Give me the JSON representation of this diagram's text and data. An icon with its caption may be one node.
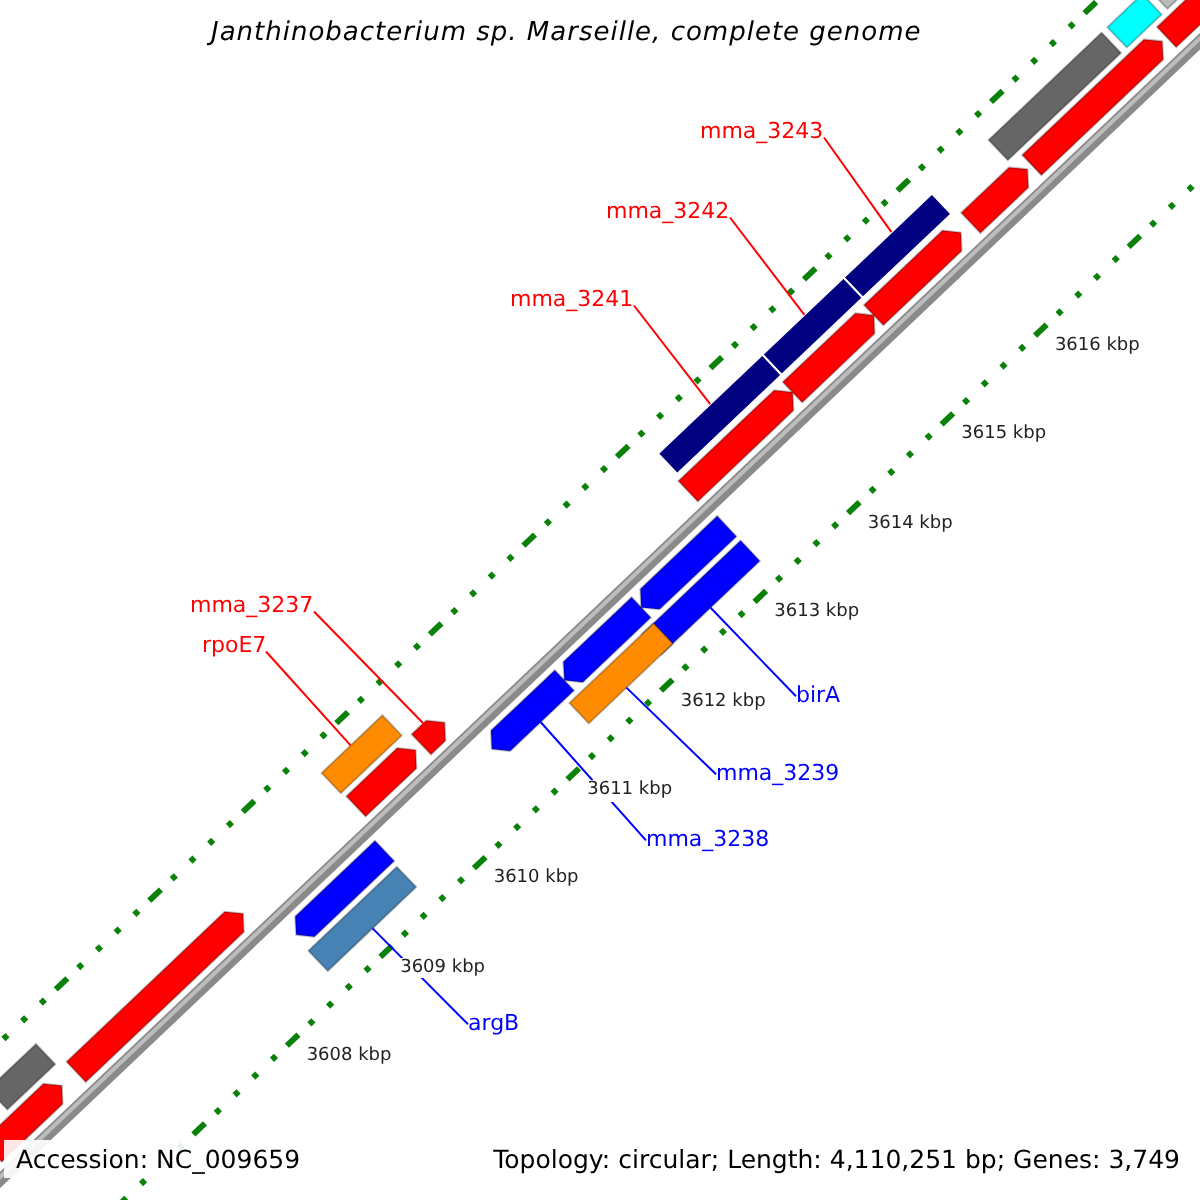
{
  "diagram": {
    "title": "Janthinobacterium sp. Marseille, complete genome",
    "nodes": [
      {
        "text": [
          "mma_3243"
        ]
      },
      {
        "text": [
          "mma_3242"
        ]
      },
      {
        "text": [
          "mma_3241"
        ]
      },
      {
        "text": [
          "mma_3237"
        ]
      },
      {
        "text": [
          "rpoE7"
        ]
      },
      {
        "text": [
          "birA"
        ]
      },
      {
        "text": [
          "mma_3239"
        ]
      },
      {
        "text": [
          "mma_3238"
        ]
      },
      {
        "text": [
          "argB"
        ]
      },
      {
        "text": [],
        "shape": "bar"
      },
      {
        "text": [],
        "shape": "bar"
      },
      {
        "text": [],
        "shape": "bar"
      },
      {
        "text": [],
        "shape": "arrow"
      },
      {
        "text": [],
        "shape": "bar"
      },
      {
        "text": [],
        "shape": "bar"
      },
      {
        "text": [],
        "shape": "bar"
      },
      {
        "text": [],
        "shape": "arrow"
      },
      {
        "text": [],
        "shape": "bar"
      },
      {
        "text": [],
        "shape": "arrow"
      },
      {
        "text": [],
        "shape": "arrow"
      },
      {
        "text": [],
        "shape": "arrow"
      },
      {
        "text": [],
        "shape": "arrow"
      },
      {
        "text": [],
        "shape": "arrow"
      },
      {
        "text": [],
        "shape": "arrow"
      },
      {
        "text": [],
        "shape": "arrow"
      },
      {
        "text": [],
        "shape": "arrow"
      },
      {
        "text": [],
        "shape": "arrow"
      },
      {
        "text": [],
        "shape": "bar"
      },
      {
        "text": [],
        "shape": "bar"
      },
      {
        "text": [],
        "shape": "bar"
      },
      {
        "text": [],
        "shape": "bar"
      },
      {
        "text": [],
        "shape": "arrow"
      },
      {
        "text": [],
        "shape": "arrow"
      },
      {
        "text": [],
        "shape": "arrow"
      }
    ],
    "edges": [
      {
        "from": 0,
        "to": 9,
        "arrow": "none"
      },
      {
        "from": 1,
        "to": 10,
        "arrow": "none"
      },
      {
        "from": 2,
        "to": 11,
        "arrow": "none"
      },
      {
        "from": 3,
        "to": 12,
        "arrow": "none"
      },
      {
        "from": 4,
        "to": 13,
        "arrow": "none"
      },
      {
        "from": 5,
        "to": 14,
        "arrow": "none",
        "color": "#0000ff"
      },
      {
        "from": 6,
        "to": 15,
        "arrow": "none",
        "color": "#0000ff"
      },
      {
        "from": 7,
        "to": 16,
        "arrow": "none",
        "color": "#0000ff"
      },
      {
        "from": 8,
        "to": 17,
        "arrow": "none",
        "color": "#0000ff"
      }
    ],
    "labels": [
      "3616 kbp",
      "3615 kbp",
      "3614 kbp",
      "3613 kbp",
      "3612 kbp",
      "3611 kbp",
      "3610 kbp",
      "3609 kbp",
      "3608 kbp",
      "Accession: NC_009659",
      "Topology: circular; Length: 4,110,251 bp; Genes: 3,749"
    ]
  }
}
